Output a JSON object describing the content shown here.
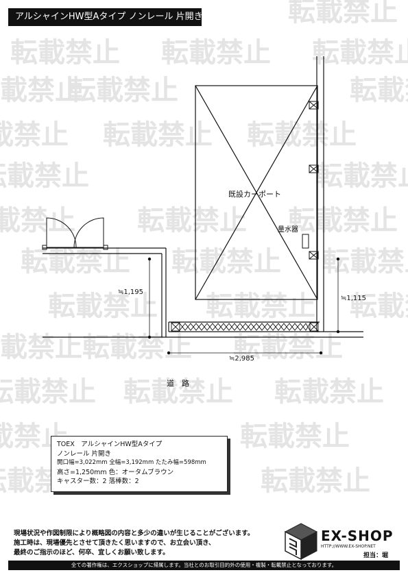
{
  "title": "アルシャインHW型Aタイプ ノンレール 片開き",
  "watermark": "転載禁止",
  "plan": {
    "carport_label": "既設カーポート",
    "meter_label": "量水器",
    "dim_left": "≒1,195",
    "dim_right": "≒1,115",
    "dim_bottom": "≒2,985",
    "road_label": "道　路"
  },
  "spec": {
    "line1": "TOEX　アルシャインHW型Aタイプ",
    "line2": "ノンレール 片開き",
    "line3": "開口幅=3,022mm 全幅=3,192mm たたみ幅=598mm",
    "line4": "高さ=1,250mm 色：オータムブラウン",
    "line5": "キャスター数：2 落棒数：2"
  },
  "notice": {
    "line1": "現場状況や作図制限により概略図の内容と多少の違いが生じることがございます。",
    "line2": "施工時は、現場優先とさせて頂きたく思いますので、お立会い頂き、",
    "line3": "最終のご指示のほど、何卒、宜しくお願い致します。"
  },
  "logo": {
    "brand": "EX-SHOP",
    "url": "HTTP://WWW.EX-SHOP.NET",
    "person": "担当：堀"
  },
  "footer": "全ての著作権は、エクスショップに帰属します。当社とのお取引目的外の使用・複製・転載禁止となっております。"
}
